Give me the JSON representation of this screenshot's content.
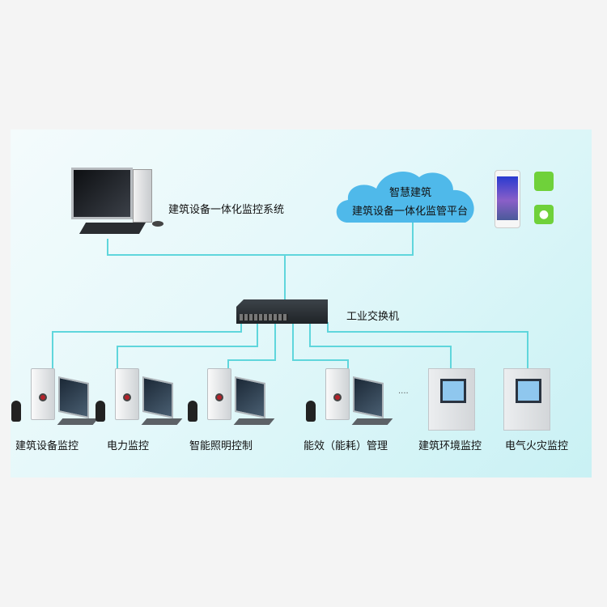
{
  "top": {
    "workstation_label": "建筑设备一体化监控系统",
    "cloud_line1": "智慧建筑",
    "cloud_line2": "建筑设备一体化监管平台"
  },
  "switch_label": "工业交换机",
  "ellipsis": "....",
  "devices": [
    {
      "label": "建筑设备监控"
    },
    {
      "label": "电力监控"
    },
    {
      "label": "智能照明控制"
    },
    {
      "label": "能效（能耗）管理"
    },
    {
      "label": "建筑环境监控"
    },
    {
      "label": "电气火灾监控"
    }
  ],
  "colors": {
    "line": "#5fd6dc",
    "cloud": "#4fb9ea",
    "app_green": "#6fd13a"
  }
}
